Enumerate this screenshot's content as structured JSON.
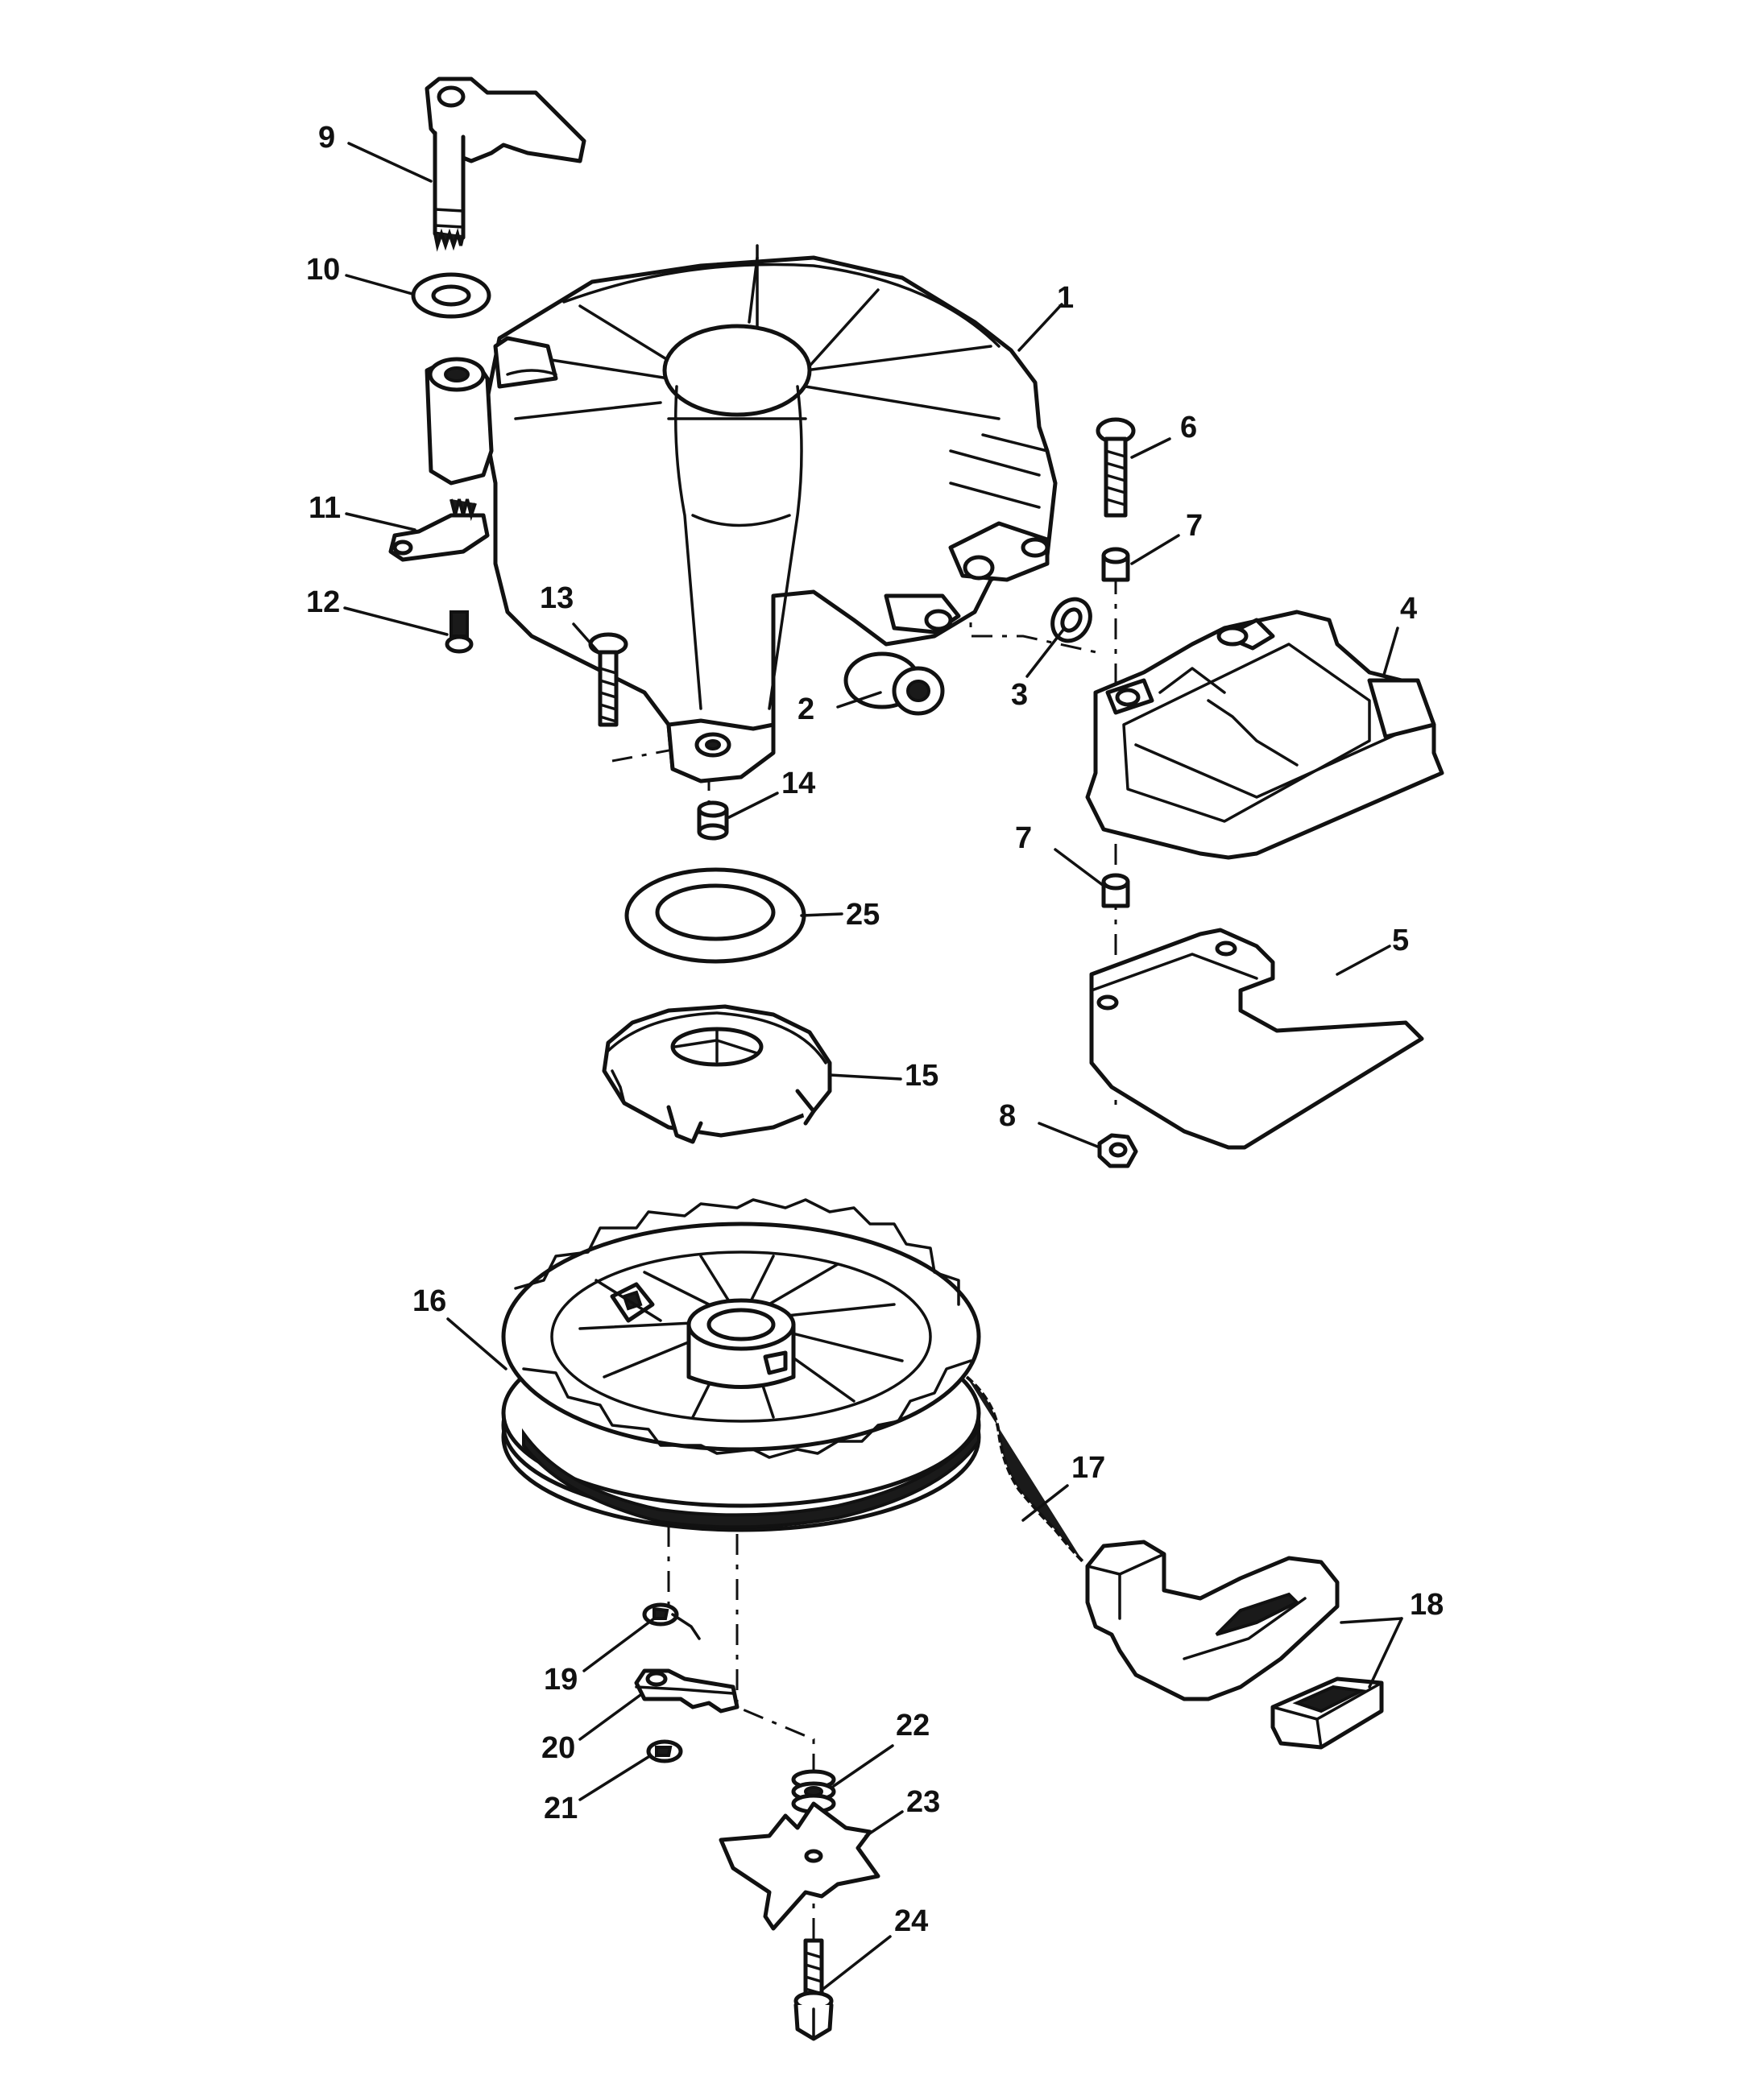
{
  "callouts": [
    {
      "id": "1",
      "label": "1",
      "part": "starter-housing"
    },
    {
      "id": "2",
      "label": "2",
      "part": "bushing"
    },
    {
      "id": "3",
      "label": "3",
      "part": "washer"
    },
    {
      "id": "4",
      "label": "4",
      "part": "rope-guide"
    },
    {
      "id": "5",
      "label": "5",
      "part": "bracket-plate"
    },
    {
      "id": "6",
      "label": "6",
      "part": "screw"
    },
    {
      "id": "7a",
      "label": "7",
      "part": "spacer-upper"
    },
    {
      "id": "7b",
      "label": "7",
      "part": "spacer-lower"
    },
    {
      "id": "8",
      "label": "8",
      "part": "nut"
    },
    {
      "id": "9",
      "label": "9",
      "part": "lockout-lever"
    },
    {
      "id": "10",
      "label": "10",
      "part": "lever-washer"
    },
    {
      "id": "11",
      "label": "11",
      "part": "link"
    },
    {
      "id": "12",
      "label": "12",
      "part": "link-screw"
    },
    {
      "id": "13",
      "label": "13",
      "part": "housing-bolt"
    },
    {
      "id": "14",
      "label": "14",
      "part": "housing-spacer"
    },
    {
      "id": "15",
      "label": "15",
      "part": "spring-cup"
    },
    {
      "id": "16",
      "label": "16",
      "part": "rope-pulley"
    },
    {
      "id": "17",
      "label": "17",
      "part": "starter-rope"
    },
    {
      "id": "18",
      "label": "18",
      "part": "rope-handle"
    },
    {
      "id": "19",
      "label": "19",
      "part": "pawl-spring"
    },
    {
      "id": "20",
      "label": "20",
      "part": "pawl"
    },
    {
      "id": "21",
      "label": "21",
      "part": "retaining-clip"
    },
    {
      "id": "22",
      "label": "22",
      "part": "wave-spring"
    },
    {
      "id": "23",
      "label": "23",
      "part": "pawl-plate"
    },
    {
      "id": "24",
      "label": "24",
      "part": "center-bolt"
    },
    {
      "id": "25",
      "label": "25",
      "part": "spring-washer"
    }
  ],
  "colors": {
    "line": "#111111",
    "background": "#ffffff"
  }
}
